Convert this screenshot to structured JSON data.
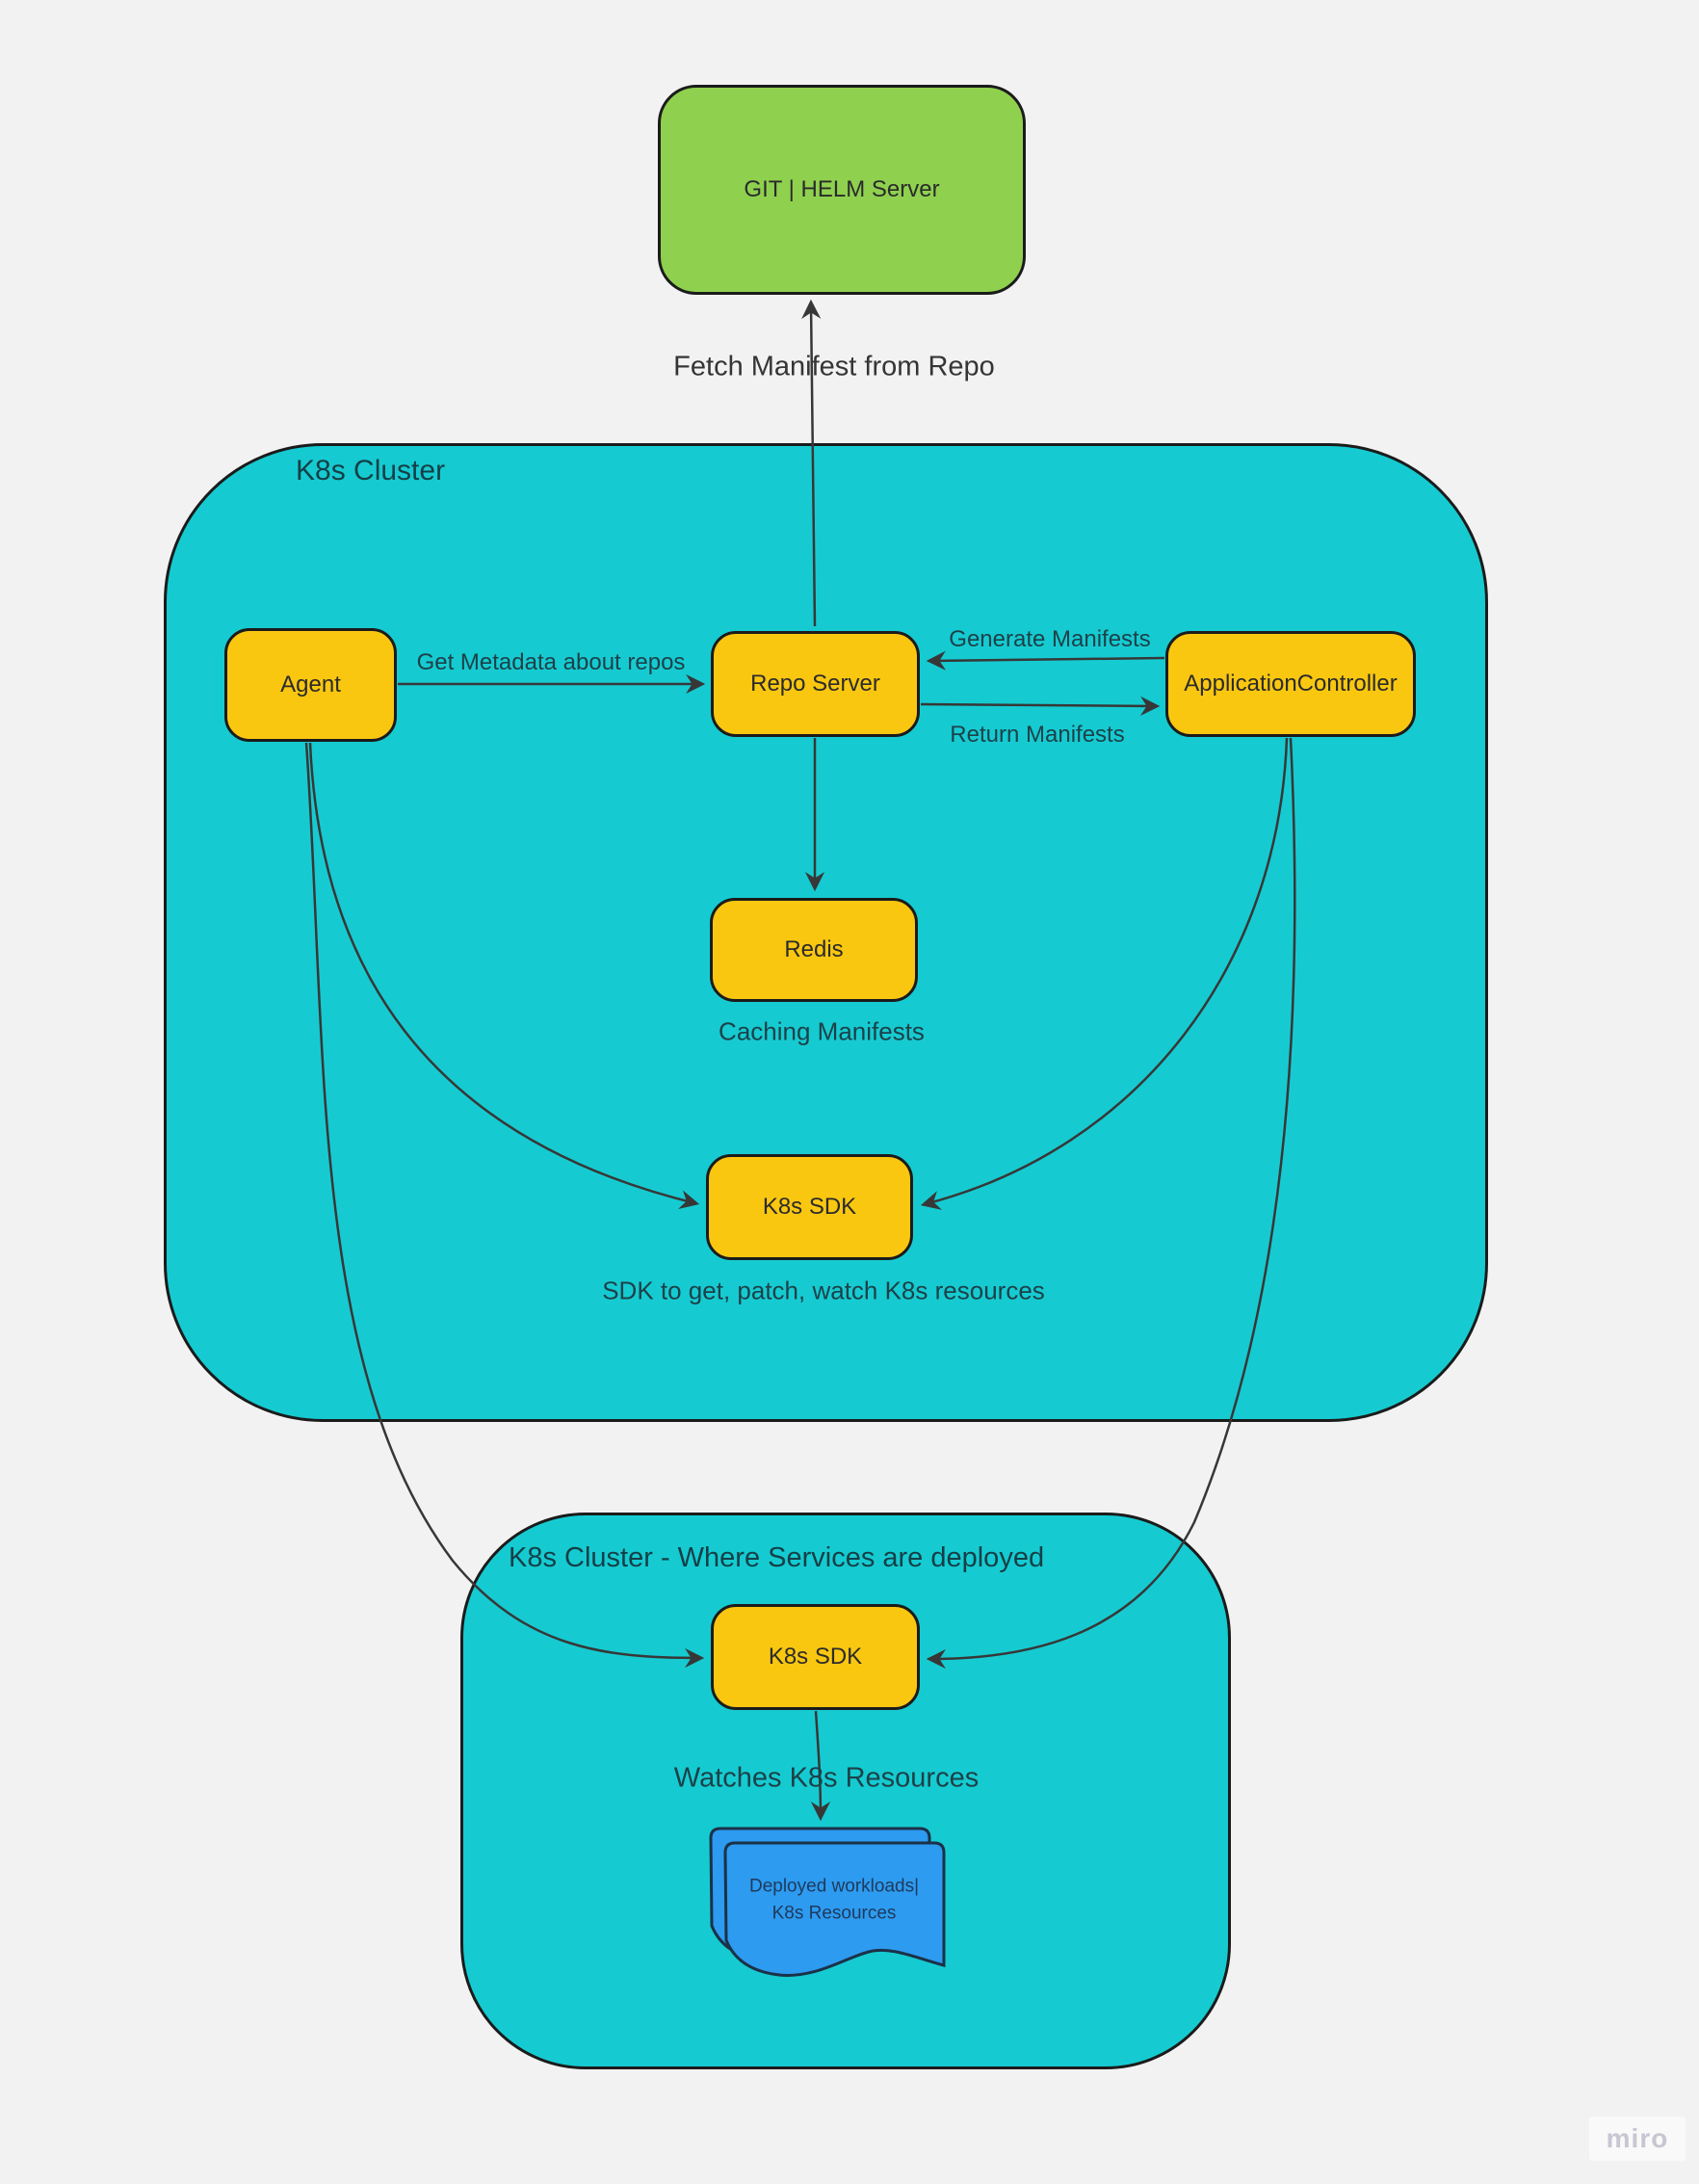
{
  "board": {
    "background": "#f2f2f2",
    "watermark": "miro"
  },
  "colors": {
    "cluster_fill": "#15cbd1",
    "node_fill": "#fac710",
    "git_fill": "#8fd14f",
    "doc_fill": "#2d9bf0",
    "outline": "#1b1b1b",
    "connector": "#373737"
  },
  "clusters": {
    "main": {
      "title": "K8s Cluster"
    },
    "deploy": {
      "title": "K8s Cluster - Where Services are deployed"
    }
  },
  "nodes": {
    "git_server": {
      "label": "GIT | HELM Server"
    },
    "agent": {
      "label": "Agent"
    },
    "repo_server": {
      "label": "Repo Server"
    },
    "application_controller": {
      "label": "ApplicationController"
    },
    "redis": {
      "label": "Redis"
    },
    "k8s_sdk_main": {
      "label": "K8s SDK"
    },
    "k8s_sdk_deploy": {
      "label": "K8s SDK"
    },
    "workloads_doc": {
      "line1": "Deployed workloads|",
      "line2": "K8s Resources"
    }
  },
  "labels": {
    "fetch_manifest": "Fetch Manifest from Repo",
    "get_metadata": "Get Metadata about repos",
    "generate_manifests": "Generate Manifests",
    "return_manifests": "Return Manifests",
    "caching_manifests": "Caching Manifests",
    "sdk_caption": "SDK to get, patch, watch K8s resources",
    "watches_resources": "Watches K8s Resources"
  }
}
